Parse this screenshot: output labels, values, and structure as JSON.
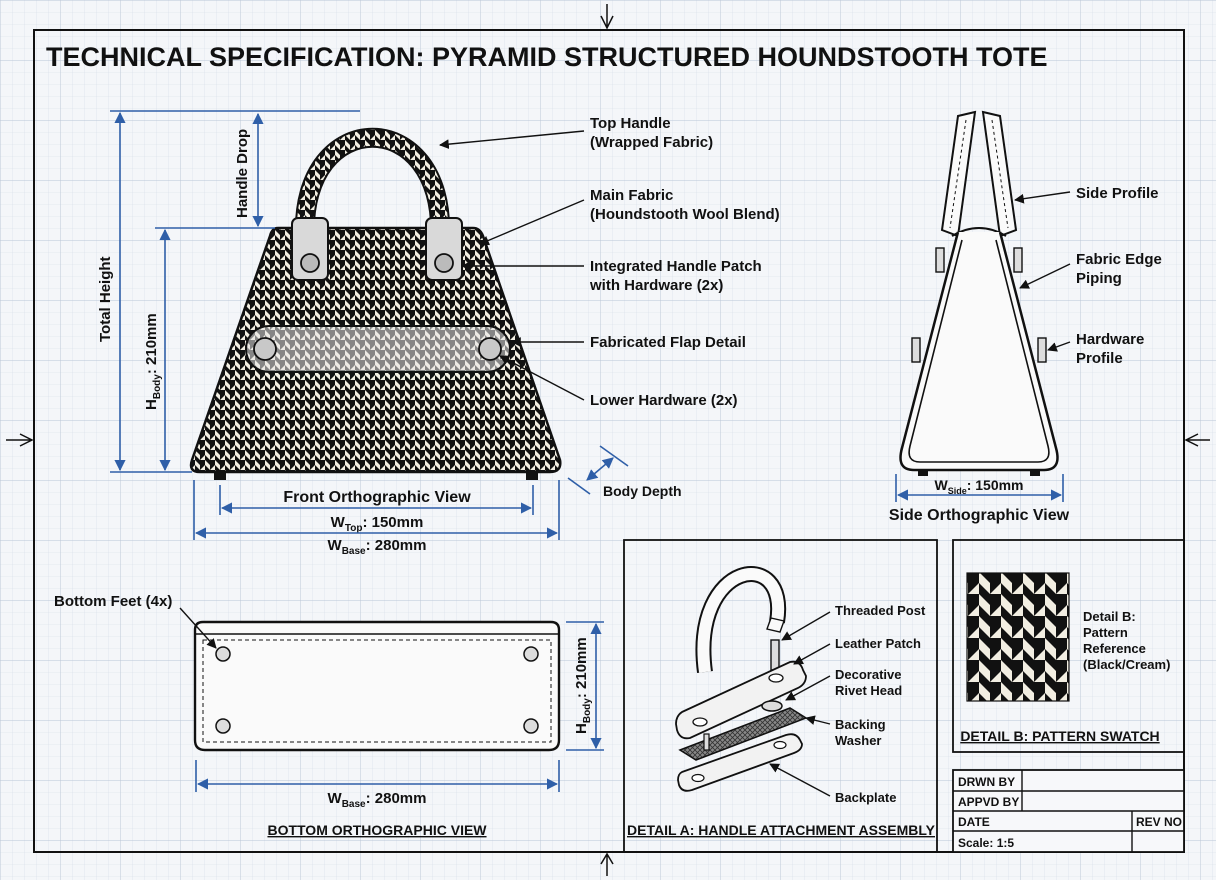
{
  "title": "TECHNICAL SPECIFICATION: PYRAMID STRUCTURED HOUNDSTOOTH TOTE",
  "front_view": {
    "label": "Front Orthographic View",
    "total_height": "Total Height",
    "handle_drop": "Handle Drop",
    "h_body_prefix": "H",
    "h_body_sub": "Body",
    "h_body_value": ": 210mm",
    "w_top_prefix": "W",
    "w_top_sub": "Top",
    "w_top_value": ": 150mm",
    "w_base_prefix": "W",
    "w_base_sub": "Base",
    "w_base_value": ": 280mm",
    "body_depth": "Body Depth"
  },
  "callouts": {
    "top_handle_1": "Top Handle",
    "top_handle_2": "(Wrapped Fabric)",
    "main_fabric_1": "Main Fabric",
    "main_fabric_2": "(Houndstooth Wool Blend)",
    "handle_patch_1": "Integrated Handle Patch",
    "handle_patch_2": "with Hardware (2x)",
    "flap_detail": "Fabricated Flap Detail",
    "lower_hardware": "Lower Hardware (2x)"
  },
  "side_view": {
    "label": "Side Orthographic View",
    "side_profile": "Side Profile",
    "piping_1": "Fabric Edge",
    "piping_2": "Piping",
    "hardware_1": "Hardware",
    "hardware_2": "Profile",
    "w_side_prefix": "W",
    "w_side_sub": "Side",
    "w_side_value": ": 150mm"
  },
  "bottom_view": {
    "label": "BOTTOM ORTHOGRAPHIC VIEW",
    "feet": "Bottom Feet (4x)",
    "w_base_prefix": "W",
    "w_base_sub": "Base",
    "w_base_value": ": 280mm",
    "h_body_prefix": "H",
    "h_body_sub": "Body",
    "h_body_value": ": 210mm"
  },
  "detail_a": {
    "label": "DETAIL A: HANDLE ATTACHMENT ASSEMBLY",
    "threaded_post": "Threaded Post",
    "leather_patch": "Leather Patch",
    "rivet_1": "Decorative",
    "rivet_2": "Rivet Head",
    "washer_1": "Backing",
    "washer_2": "Washer",
    "backplate": "Backplate"
  },
  "detail_b": {
    "label": "DETAIL B: PATTERN SWATCH",
    "line_1": "Detail B:",
    "line_2": "Pattern",
    "line_3": "Reference",
    "line_4": "(Black/Cream)"
  },
  "title_block": {
    "drawn_by": "DRWN BY",
    "approved_by": "APPVD BY",
    "date": "DATE",
    "rev_no": "REV NO",
    "scale": "Scale: 1:5"
  },
  "colors": {
    "paper": "#f4f6f9",
    "grid": "#c9d3e0",
    "ink": "#111111",
    "dimension_blue": "#2f5fa8",
    "pattern_cream": "#f2eee2",
    "pattern_black": "#111111"
  }
}
